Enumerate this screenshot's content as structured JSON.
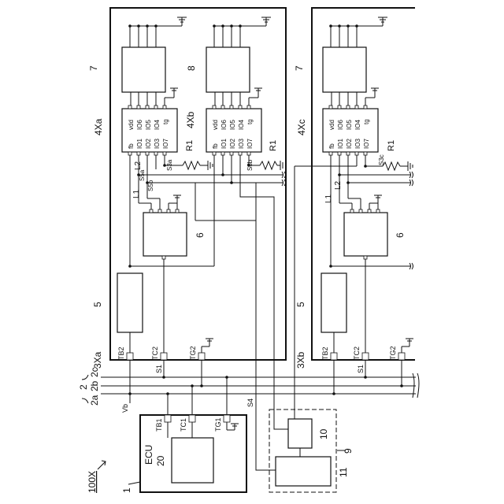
{
  "figure": {
    "system_label": "100X",
    "ecu": {
      "ref": "1",
      "title": "ECU",
      "controller_ref": "20",
      "terminals": [
        "TB1",
        "TC1",
        "TG1"
      ]
    },
    "bus": {
      "ref": "2",
      "lines": [
        "2a",
        "2b",
        "2c"
      ],
      "vb": "Vb",
      "signals": [
        "S1",
        "S4"
      ]
    },
    "slaves": [
      {
        "module_ref": "4Xa",
        "connector_ref": "3Xa",
        "terminals": [
          "TB2",
          "TC2",
          "TG2"
        ]
      },
      {
        "module_ref": "4Xb"
      },
      {
        "module_ref": "4Xc",
        "connector_ref": "3Xb",
        "terminals": [
          "TB2",
          "TC2",
          "TG2"
        ]
      }
    ],
    "part_refs": {
      "power": "5",
      "driver": "6",
      "load_a": "7",
      "load_b": "8",
      "unit": "9",
      "unit_a": "10",
      "unit_b": "11"
    },
    "ic_pins_top": [
      "vdd",
      "IO6",
      "IO5",
      "IO4",
      "tg"
    ],
    "ic_pins_bottom": [
      "fb",
      "IO1",
      "IO2",
      "IO3",
      "IO7"
    ],
    "resistor": "R1",
    "lines": {
      "l1": "L1",
      "l2": "L2"
    },
    "signals": {
      "s3a": "S3a",
      "s3b": "S3b",
      "s3c": "S3c",
      "s5a": "S5a",
      "s5b": "S5b"
    }
  }
}
